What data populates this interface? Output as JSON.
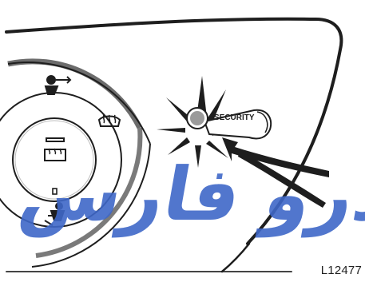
{
  "figure": {
    "code": "L12477",
    "security_label": "SECURITY",
    "watermark_text": "راد خودرو فارس"
  },
  "icons": {
    "vent_face": "face-vent-icon",
    "rear_defrost": "rear-defrost-icon",
    "front_defrost": "windshield-defrost-icon",
    "foot_vent": "foot-vent-icon",
    "indicator": "security-indicator-light",
    "arrow": "pointer-arrow"
  },
  "colors": {
    "ink": "#1e1e1e",
    "watermark": "#3f68c8",
    "indicator": "#9a9a9a",
    "ring": "#6c6c6c"
  }
}
